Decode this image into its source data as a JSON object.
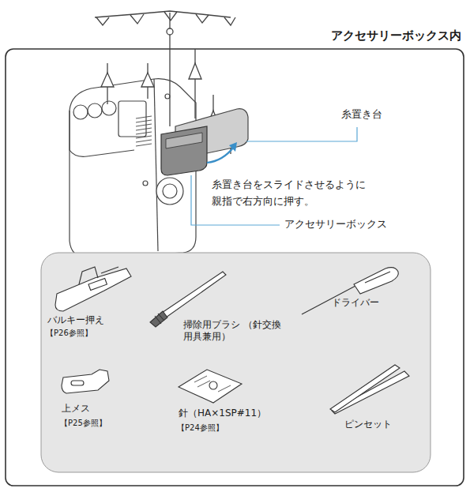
{
  "diagram": {
    "title": "アクセサリーボックス内",
    "labels": [
      "糸置き台",
      "糸置き台をスライドさせるように 親指で右方向に押す。",
      "アクセサリーボックス",
      "バルキー押え",
      "【P26参照】",
      "掃除用ブラシ （針交換用具兼用）",
      "ドライバー",
      "上メス",
      "【P25参照】",
      "針（HA×1SP#11）",
      "【P24参照】",
      "ピンセット"
    ]
  }
}
